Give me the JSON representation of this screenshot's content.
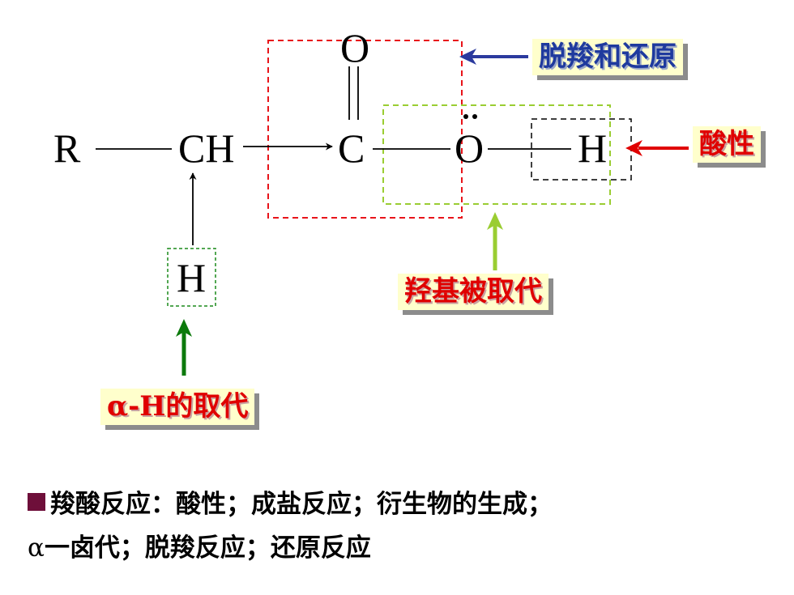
{
  "structure": {
    "atoms": {
      "r": "R",
      "ch": "CH",
      "c": "C",
      "o_carbonyl": "O",
      "o_hydroxyl": "O",
      "h_hydroxyl": "H",
      "h_alpha": "H"
    }
  },
  "labels": {
    "decarboxylation_reduction": "脱羧和还原",
    "acidity": "酸性",
    "hydroxyl_substitution": "羟基被取代",
    "alpha_h_symbol": "α",
    "alpha_h_rest": "-H",
    "alpha_h_suffix": "的取代"
  },
  "summary": {
    "line1": "羧酸反应：酸性；成盐反应；衍生物的生成；",
    "line2_alpha": "α",
    "line2": "一卤代；脱羧反应；还原反应"
  },
  "colors": {
    "red_box": "#e8141a",
    "green_box": "#9acd32",
    "black_box": "#000000",
    "alpha_box": "#1a8a1a",
    "blue_arrow": "#2b3a9e",
    "red_arrow": "#e00000",
    "lime_arrow": "#9acd32",
    "green_arrow": "#0c7a0c",
    "tag_bg": "#ffffcc",
    "bullet": "#6e0f3a"
  }
}
